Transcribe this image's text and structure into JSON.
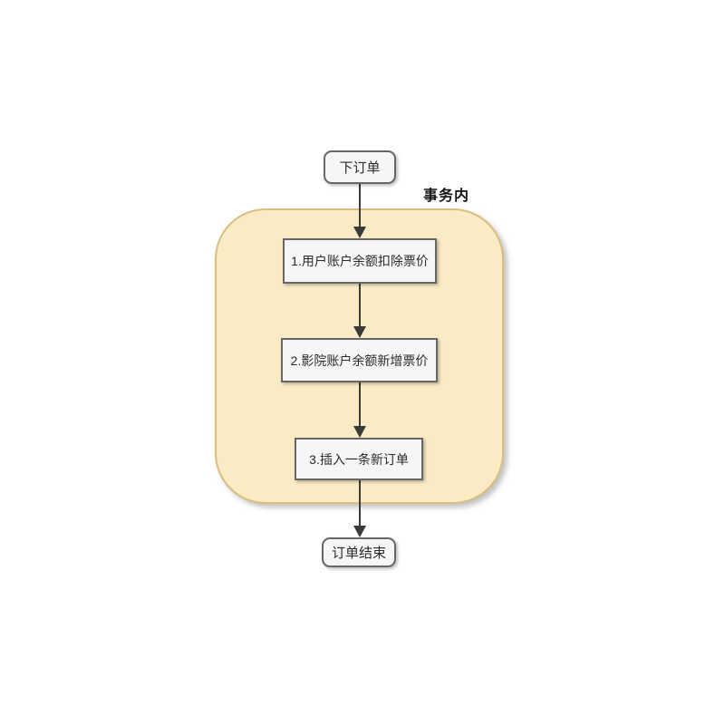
{
  "diagram": {
    "type": "flowchart",
    "container_label": "事务内",
    "start_node": {
      "label": "下订单"
    },
    "steps": [
      {
        "label": "1.用户账户余额扣除票价"
      },
      {
        "label": "2.影院账户余额新增票价"
      },
      {
        "label": "3.插入一条新订单"
      }
    ],
    "end_node": {
      "label": "订单结束"
    },
    "colors": {
      "container_fill": "#FAEBC5",
      "container_border": "#D9BE7E",
      "node_fill": "#F6F6F6",
      "node_border": "#666666",
      "arrow_color": "#3A3A3A",
      "text_color": "#2B2B2B",
      "label_color": "#151515",
      "canvas_bg": "#FFFFFF"
    }
  }
}
